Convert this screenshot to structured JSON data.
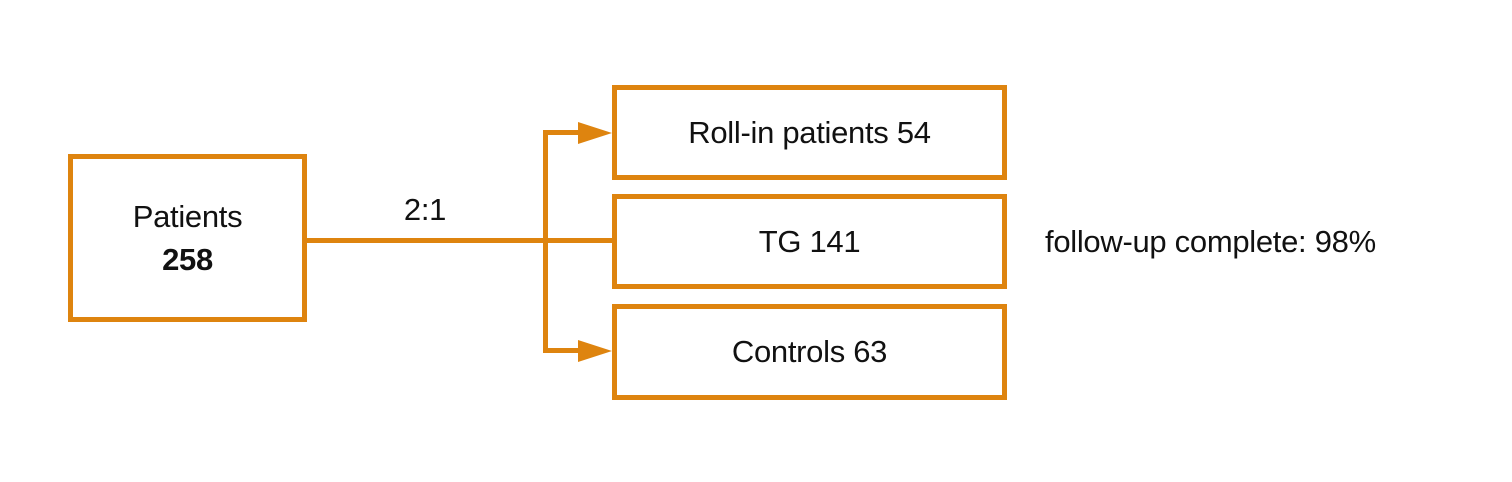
{
  "colors": {
    "accent": "#DE840F",
    "text": "#111111",
    "background": "#FFFFFF"
  },
  "diagram": {
    "root": {
      "label": "Patients",
      "count": "258"
    },
    "ratio_label": "2:1",
    "branches": [
      {
        "label": "Roll-in patients",
        "count": "54"
      },
      {
        "label": "TG",
        "count": "141"
      },
      {
        "label": "Controls",
        "count": "63"
      }
    ],
    "annotation": {
      "label": "follow-up complete:",
      "value": "98%"
    }
  }
}
